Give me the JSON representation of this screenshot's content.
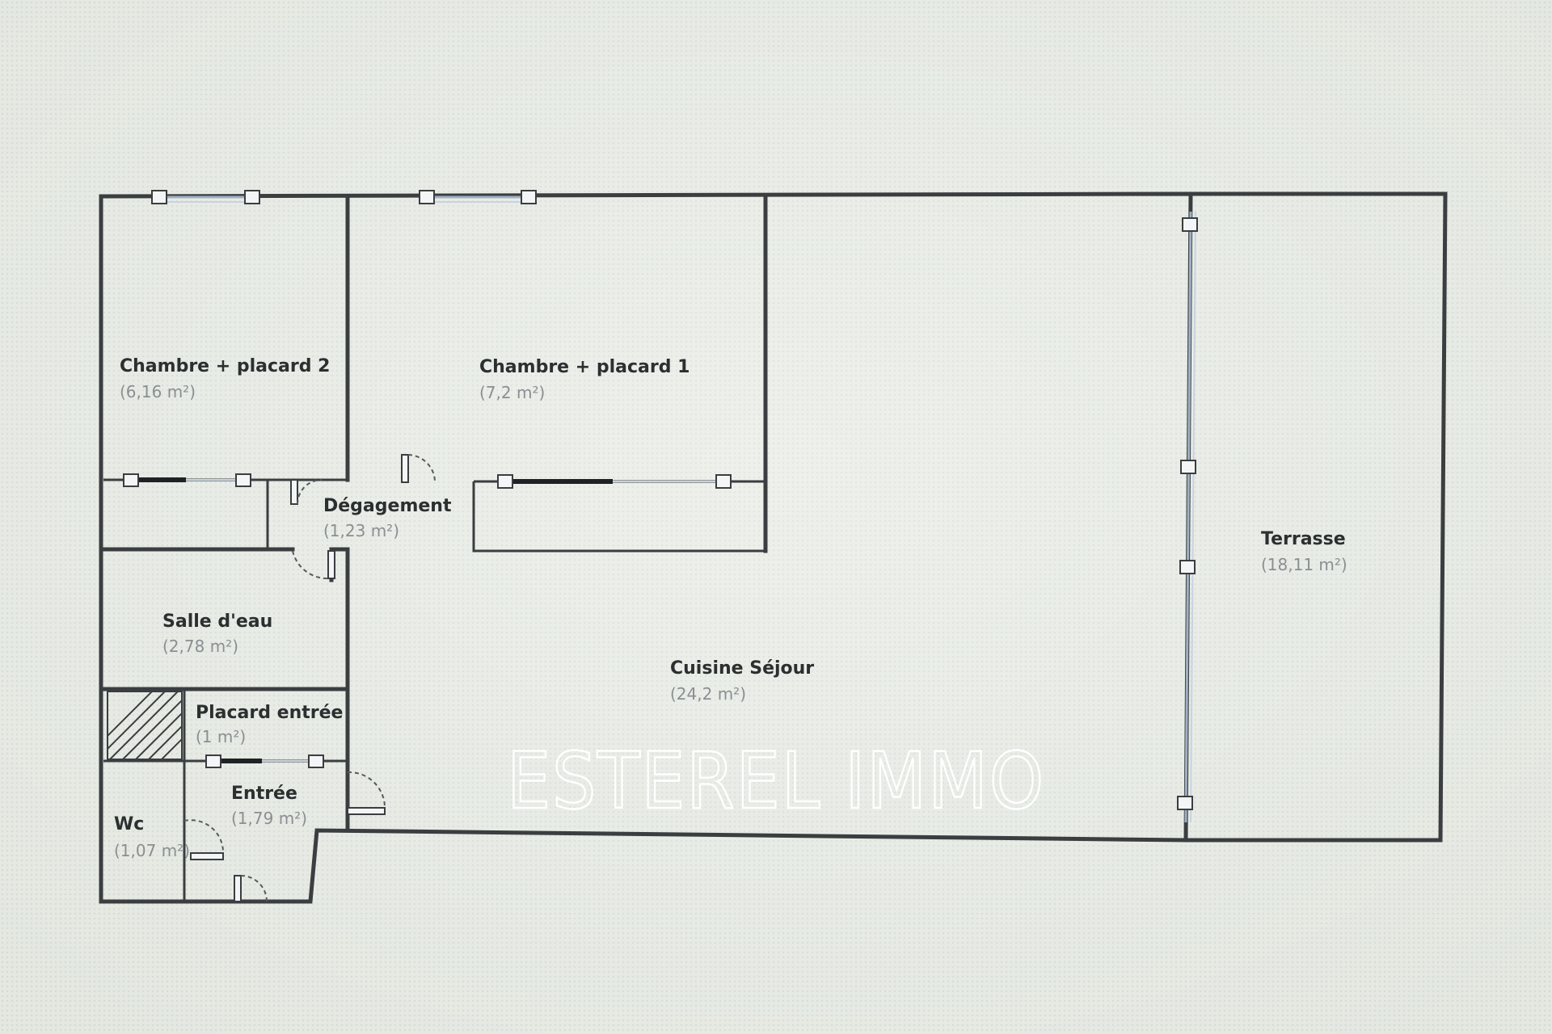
{
  "rooms": [
    {
      "name": "Chambre + placard 2",
      "area": "(6,16 m²)"
    },
    {
      "name": "Chambre + placard 1",
      "area": "(7,2 m²)"
    },
    {
      "name": "Dégagement",
      "area": "(1,23 m²)"
    },
    {
      "name": "Salle d'eau",
      "area": "(2,78 m²)"
    },
    {
      "name": "Placard entrée",
      "area": "(1 m²)"
    },
    {
      "name": "Entrée",
      "area": "(1,79 m²)"
    },
    {
      "name": "Wc",
      "area": "(1,07 m²)"
    },
    {
      "name": "Cuisine Séjour",
      "area": "(24,2 m²)"
    },
    {
      "name": "Terrasse",
      "area": "(18,11 m²)"
    }
  ],
  "watermark": "ESTEREL IMMO",
  "colors": {
    "background": "#e6e9e2",
    "wall": "#3a3e40",
    "glass": "#9fb0c4",
    "label": "#2b2f30",
    "area": "#8a8f92"
  }
}
